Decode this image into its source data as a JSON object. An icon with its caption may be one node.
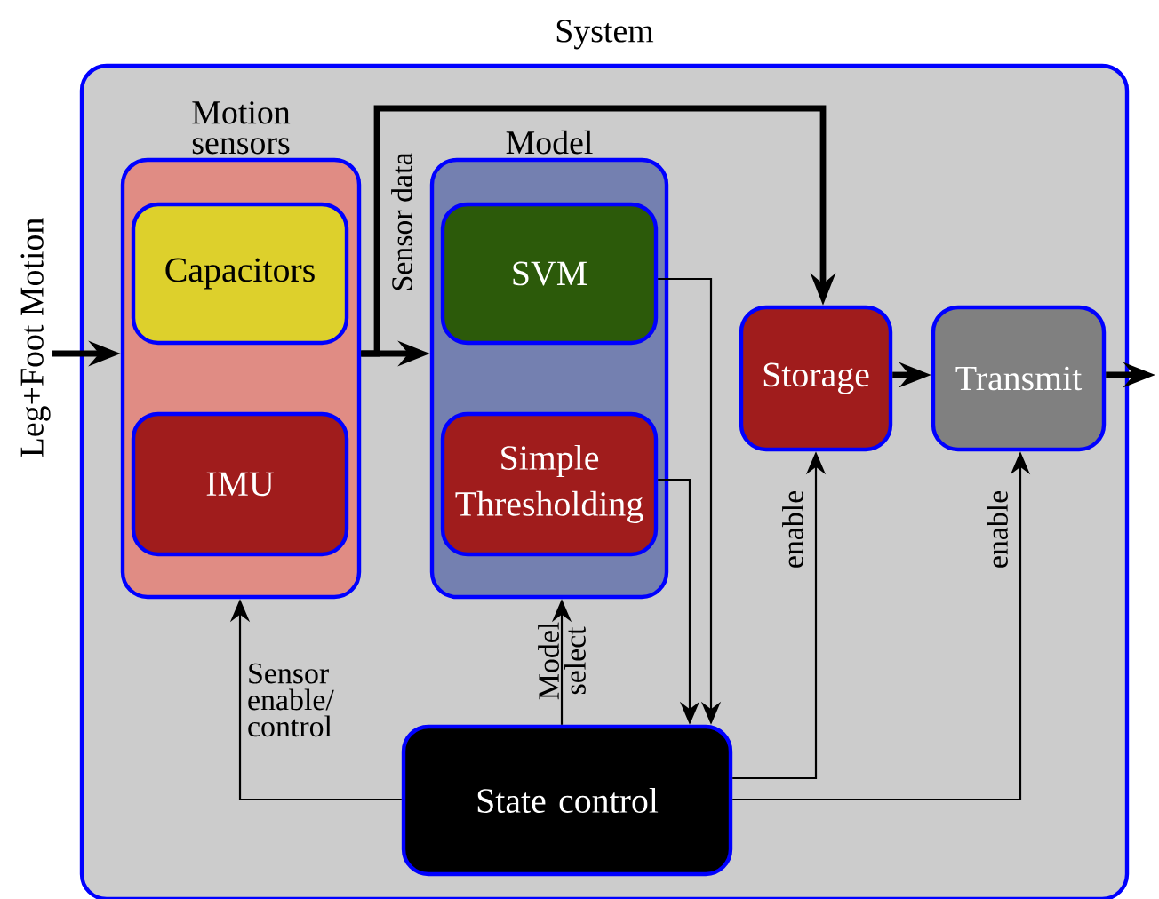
{
  "diagram": {
    "nodes": [
      {
        "text": [
          "System"
        ]
      },
      {
        "text": [
          "Motion sensors"
        ],
        "in": 0
      },
      {
        "text": [
          "Capacitors"
        ],
        "in": 1
      },
      {
        "text": [
          "IMU"
        ],
        "in": 1
      },
      {
        "text": [
          "Model"
        ],
        "in": 0
      },
      {
        "text": [
          "SVM"
        ],
        "in": 4
      },
      {
        "text": [
          "Simple Thresholding"
        ],
        "in": 4
      },
      {
        "text": [
          "Storage"
        ],
        "in": 0
      },
      {
        "text": [
          "Transmit"
        ],
        "in": 0
      },
      {
        "text": [
          "State control"
        ],
        "in": 0
      },
      {
        "text": [
          "Leg+Foot Motion"
        ]
      }
    ],
    "edges": [
      {
        "from": 10,
        "to": 1,
        "arrow": "to",
        "style": "thick"
      },
      {
        "from": 1,
        "to": 4,
        "arrow": "to",
        "style": "thick"
      },
      {
        "from": 1,
        "to": 7,
        "arrow": "to",
        "style": "thick",
        "label": "Sensor data"
      },
      {
        "from": 8,
        "to": null,
        "arrow": "to",
        "style": "thick"
      },
      {
        "from": 7,
        "to": 8,
        "arrow": "to",
        "style": "thick"
      },
      {
        "from": 5,
        "to": 9,
        "arrow": "to"
      },
      {
        "from": 6,
        "to": 9,
        "arrow": "to"
      },
      {
        "from": 9,
        "to": 4,
        "arrow": "to",
        "label": "Model select"
      },
      {
        "from": 9,
        "to": 1,
        "arrow": "to",
        "label": "Sensor enable/ control"
      },
      {
        "from": 9,
        "to": 7,
        "arrow": "to",
        "label": "enable"
      },
      {
        "from": 9,
        "to": 8,
        "arrow": "to",
        "label": "enable"
      }
    ]
  }
}
